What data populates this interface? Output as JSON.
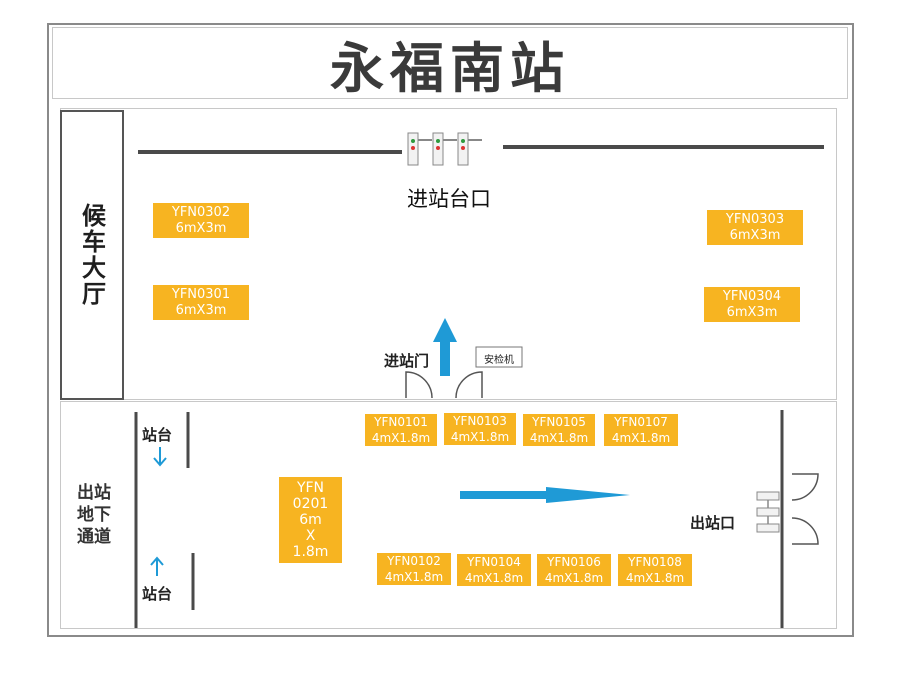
{
  "title": "永福南站",
  "waiting_hall": {
    "label": "候车大厅",
    "entrance_gate_label": "进站台口",
    "entry_door_label": "进站门",
    "security_machine_label": "安检机",
    "booths": [
      {
        "code": "YFN0302",
        "size": "6mX3m"
      },
      {
        "code": "YFN0301",
        "size": "6mX3m"
      },
      {
        "code": "YFN0303",
        "size": "6mX3m"
      },
      {
        "code": "YFN0304",
        "size": "6mX3m"
      }
    ]
  },
  "exit_passage": {
    "label_lines": [
      "出站",
      "地下",
      "通道"
    ],
    "platform_top": "站台",
    "platform_bottom": "站台",
    "exit_label": "出站口",
    "center_booth": {
      "lines": [
        "YFN",
        "0201",
        "6m",
        "X",
        "1.8m"
      ]
    },
    "top_booths": [
      {
        "code": "YFN0101",
        "size": "4mX1.8m"
      },
      {
        "code": "YFN0103",
        "size": "4mX1.8m"
      },
      {
        "code": "YFN0105",
        "size": "4mX1.8m"
      },
      {
        "code": "YFN0107",
        "size": "4mX1.8m"
      }
    ],
    "bottom_booths": [
      {
        "code": "YFN0102",
        "size": "4mX1.8m"
      },
      {
        "code": "YFN0104",
        "size": "4mX1.8m"
      },
      {
        "code": "YFN0106",
        "size": "4mX1.8m"
      },
      {
        "code": "YFN0108",
        "size": "4mX1.8m"
      }
    ]
  },
  "colors": {
    "booth": "#f7b421",
    "arrow": "#1f9ad6",
    "wall": "#4a4a4a"
  }
}
